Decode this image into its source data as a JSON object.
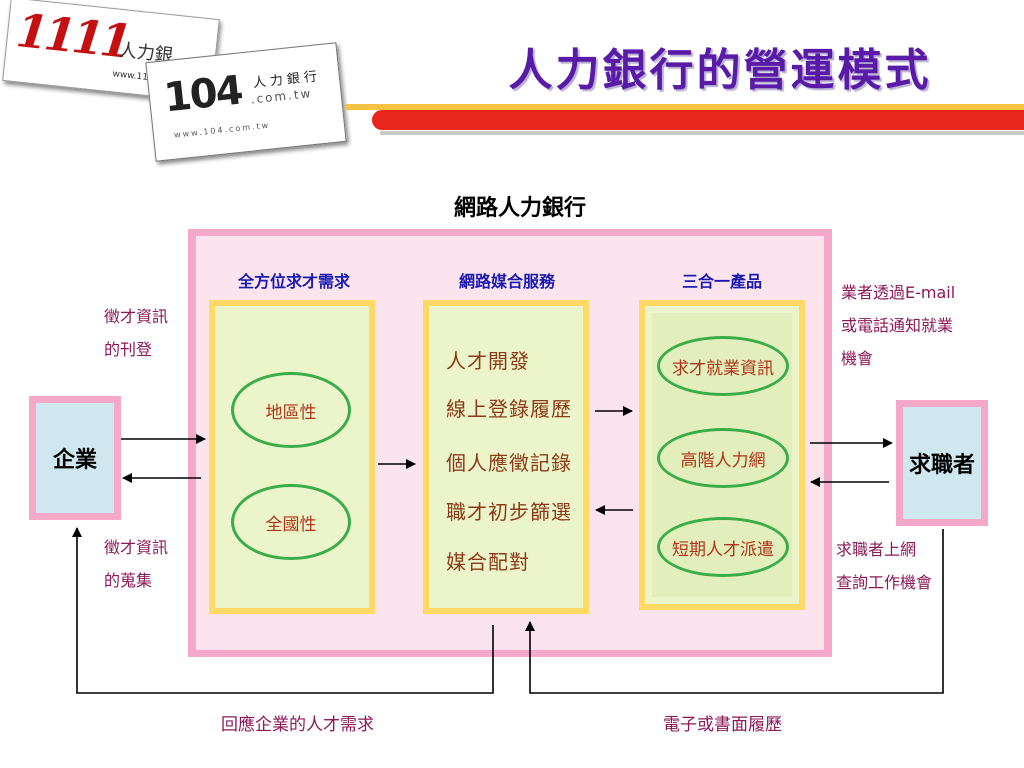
{
  "header": {
    "title": "人力銀行的營運模式",
    "logo_1111": {
      "number": "1111",
      "text": "人力銀",
      "url": "www.1111"
    },
    "logo_104": {
      "number": "104",
      "text": "人力銀行",
      "sub": ".com.tw",
      "url": "www.104.com.tw"
    }
  },
  "diagram": {
    "title": "網路人力銀行",
    "left_entity": "企業",
    "right_entity": "求職者",
    "columns": [
      {
        "title": "全方位求才需求",
        "items": [
          "地區性",
          "全國性"
        ]
      },
      {
        "title": "網路媒合服務",
        "items": [
          "人才開發",
          "線上登錄履歷",
          "個人應徵記錄",
          "職才初步篩選",
          "媒合配對"
        ]
      },
      {
        "title": "三合一產品",
        "items": [
          "求才就業資訊",
          "高階人力網",
          "短期人才派遣"
        ]
      }
    ],
    "left_notes": {
      "top": [
        "徵才資訊",
        "的刊登"
      ],
      "bottom": [
        "徵才資訊",
        "的蒐集"
      ]
    },
    "right_notes": {
      "top": [
        "業者透過E-mail",
        "或電話通知就業",
        "機會"
      ],
      "bottom": [
        "求職者上網",
        "查詢工作機會"
      ]
    },
    "bottom_labels": {
      "left": "回應企業的人才需求",
      "right": "電子或書面履歷"
    },
    "colors": {
      "outer_frame": "#f5a8c8",
      "inner_fill": "#fce4ee",
      "column_border": "#ffd966",
      "column_fill": "#ecf5c9",
      "oval_border": "#3aad4a",
      "title_purple": "#5a1aa8",
      "red_bar": "#e8261c"
    }
  }
}
